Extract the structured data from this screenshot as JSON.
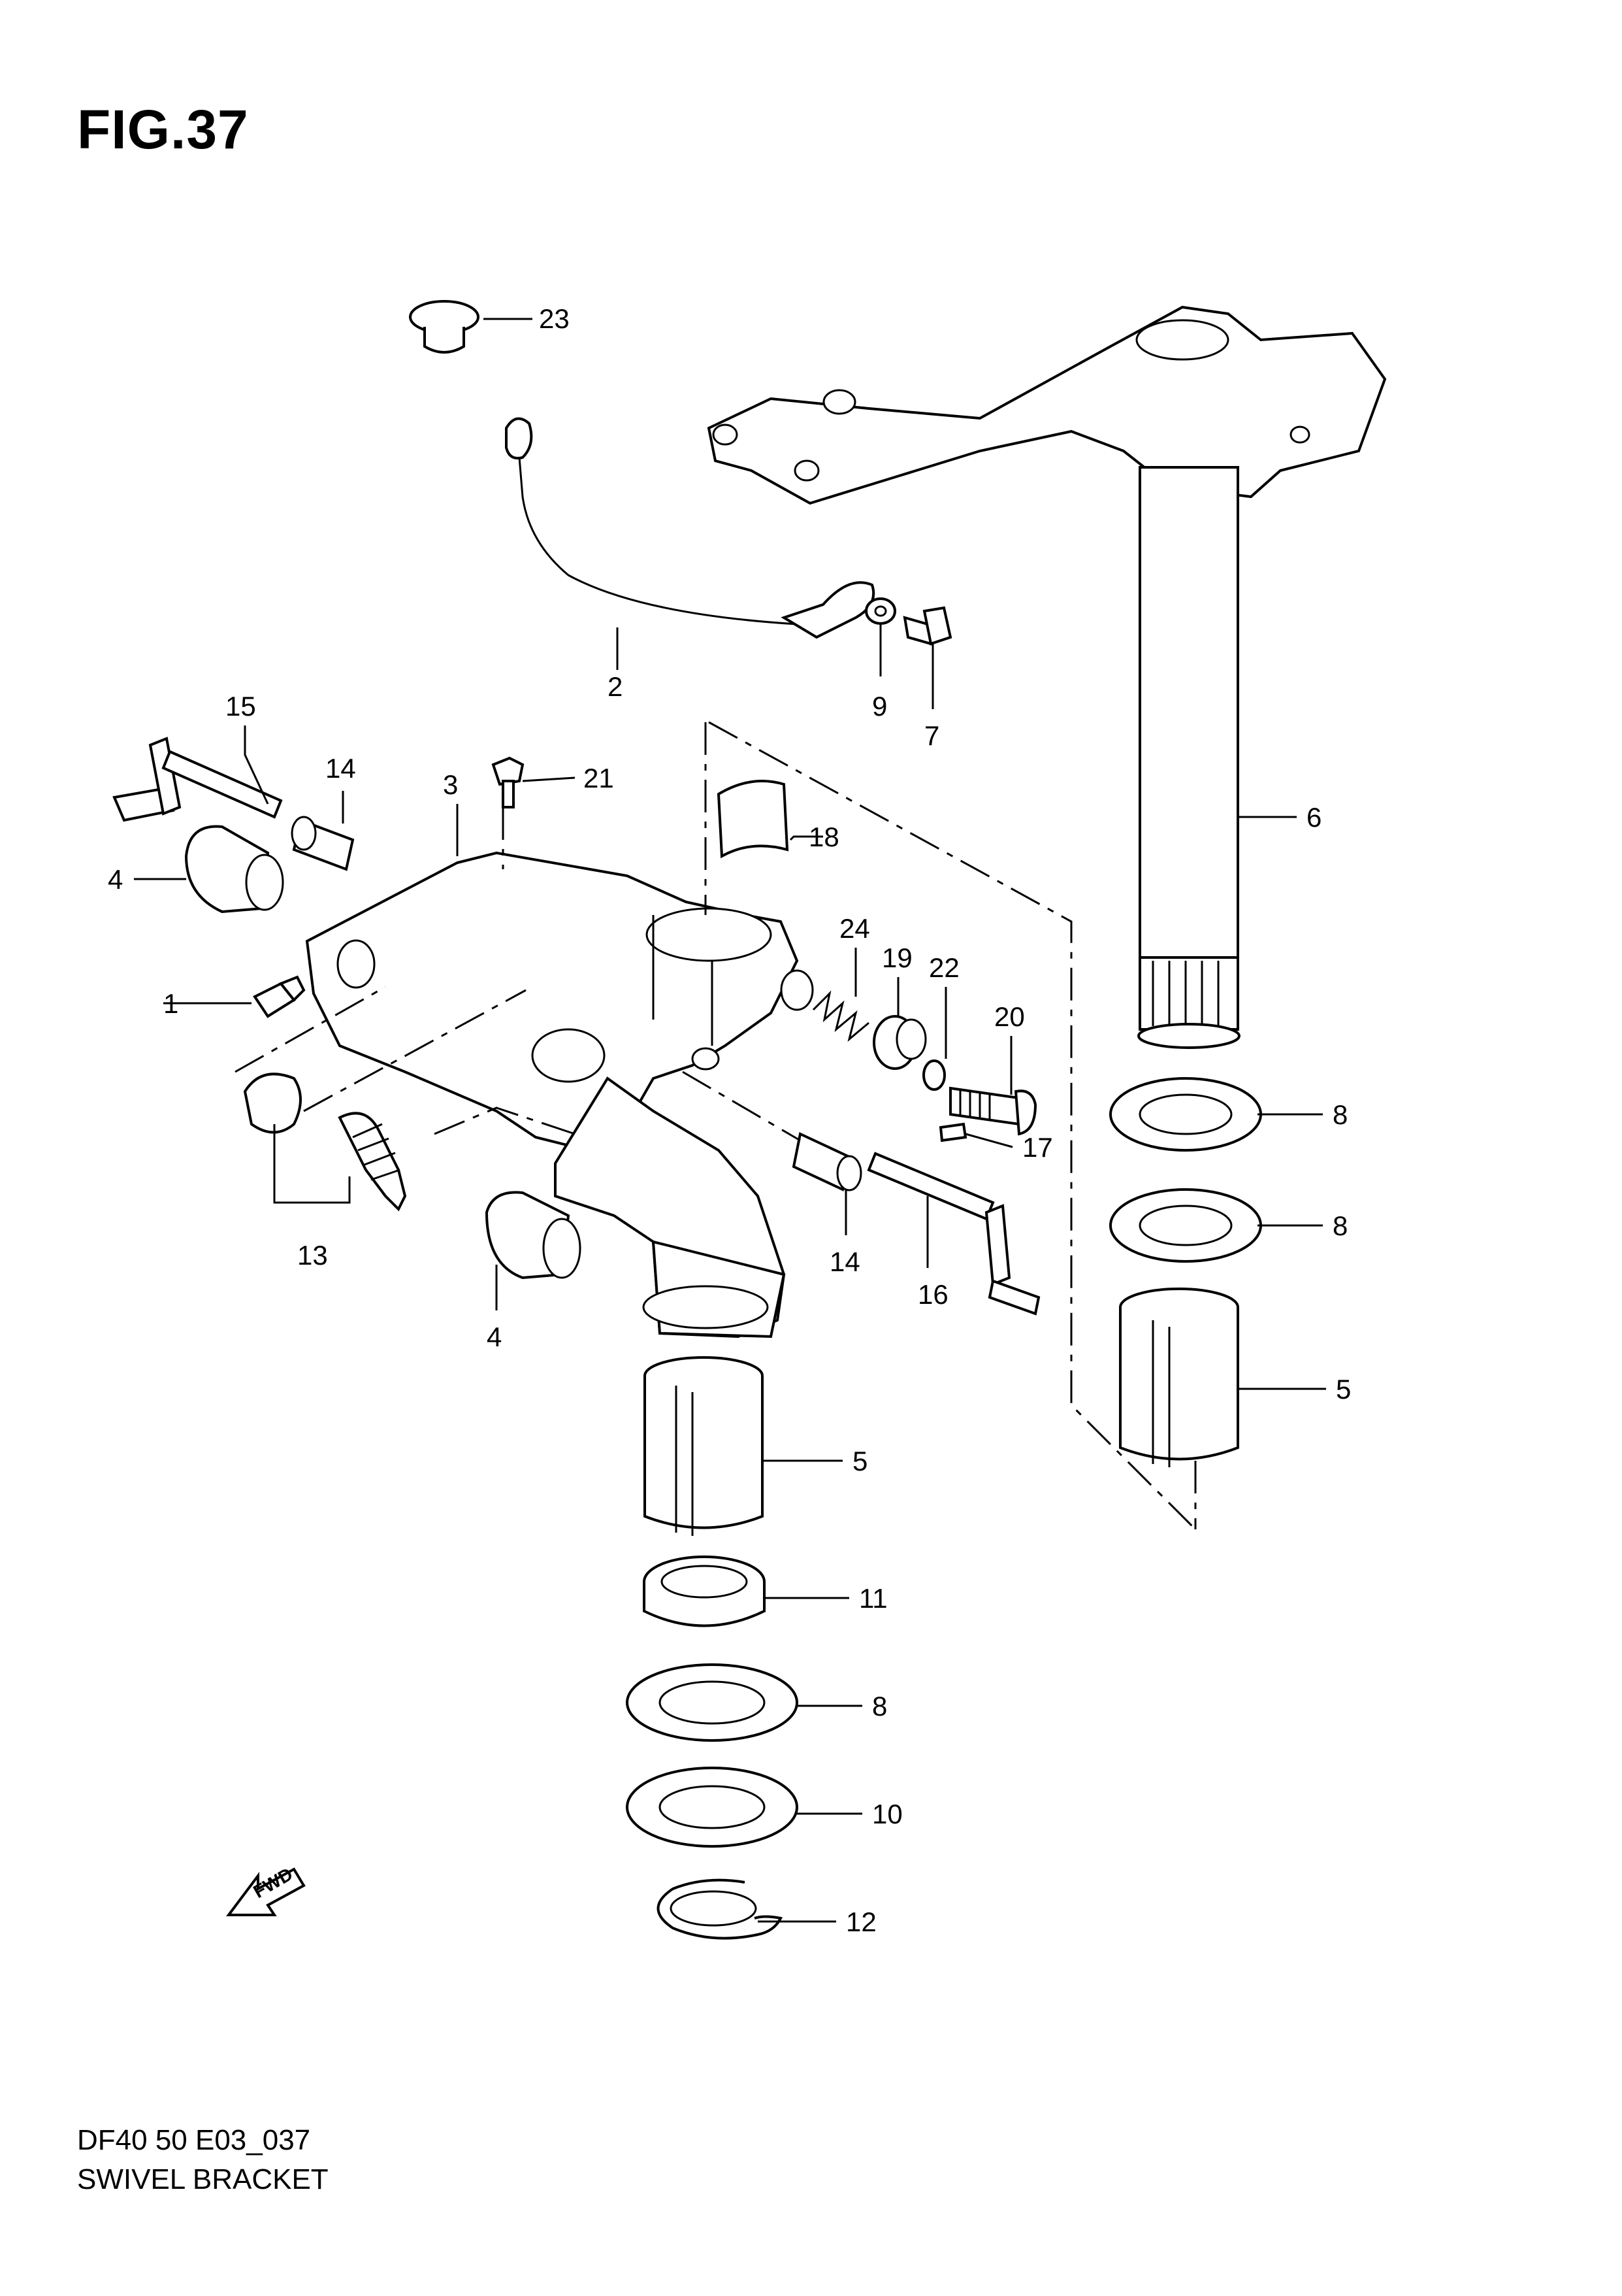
{
  "figure": {
    "title": "FIG.37"
  },
  "footer": {
    "code": "DF40 50 E03_037",
    "name": "SWIVEL BRACKET"
  },
  "fwd_arrow_label": "FWD",
  "callouts": {
    "c1": "1",
    "c2": "2",
    "c3": "3",
    "c4a": "4",
    "c4b": "4",
    "c5a": "5",
    "c5b": "5",
    "c6": "6",
    "c7": "7",
    "c8a": "8",
    "c8b": "8",
    "c8c": "8",
    "c9": "9",
    "c10": "10",
    "c11": "11",
    "c12": "12",
    "c13": "13",
    "c14a": "14",
    "c14b": "14",
    "c15": "15",
    "c16": "16",
    "c17": "17",
    "c18": "18",
    "c19": "19",
    "c20": "20",
    "c21": "21",
    "c22": "22",
    "c23": "23",
    "c24": "24"
  }
}
